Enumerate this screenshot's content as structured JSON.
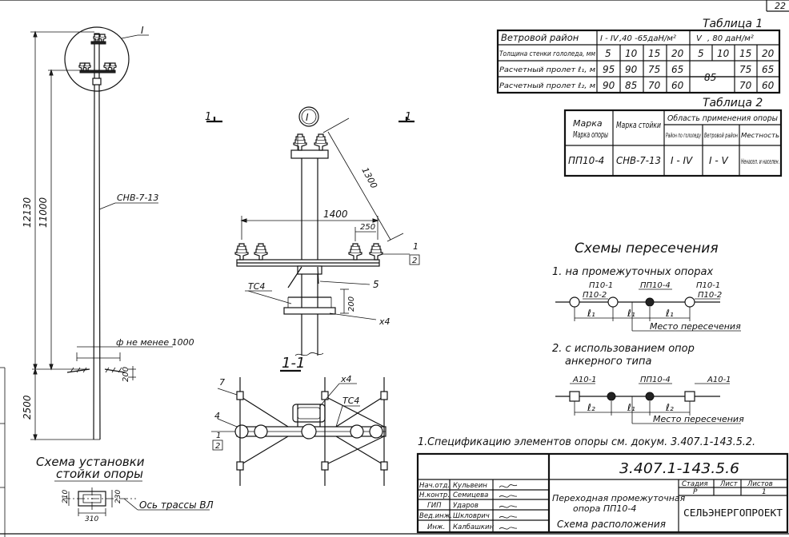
{
  "page": {
    "number": "22"
  },
  "table1": {
    "title": "Таблица 1",
    "header": [
      "Ветровой район",
      "I - IV",
      ",40 -65даН/м²",
      "V",
      ", 80 даН/м²"
    ],
    "rows": [
      {
        "label": "Толщина стенки гололеда, мм",
        "values": [
          "5",
          "10",
          "15",
          "20",
          "5",
          "10",
          "15",
          "20"
        ]
      },
      {
        "label": "Расчетный пролет ℓ₁, м",
        "values": [
          "95",
          "90",
          "75",
          "65",
          "85",
          "75",
          "65"
        ]
      },
      {
        "label": "Расчетный пролет ℓ₂, м",
        "values": [
          "90",
          "85",
          "70",
          "60",
          "70",
          "60"
        ]
      }
    ]
  },
  "table2": {
    "title": "Таблица 2",
    "headers": [
      "Марка опоры",
      "Марка стойки",
      "Область применения опоры",
      "Район по гололеду",
      "Ветровой район",
      "Местность"
    ],
    "row": [
      "ПП10-4",
      "СНВ-7-13",
      "I - IV",
      "I - V",
      "Ненасел. и населен."
    ]
  },
  "crossing": {
    "title": "Схемы пересечения",
    "item1": "1. на промежуточных опорах",
    "item2a": "2. с использованием опор",
    "item2b": "анкерного типа",
    "labels1": [
      "П10-1",
      "П10-2",
      "ПП10-4",
      "П10-1",
      "П10-2"
    ],
    "labels2": [
      "А10-1",
      "ПП10-4",
      "А10-1"
    ],
    "spans1": [
      "ℓ₁",
      "ℓ₁",
      "ℓ₁"
    ],
    "spans2": [
      "ℓ₂",
      "ℓ₁",
      "ℓ₂"
    ],
    "place": "Место пересечения"
  },
  "pole": {
    "marker": "I",
    "stand": "СНВ-7-13",
    "h_total": "12130",
    "h_above": "11000",
    "h_below": "2500",
    "note": "ф не менее 1000",
    "d200": "200"
  },
  "install": {
    "title1": "Схема установки",
    "title2": "стойки опоры",
    "axis": "Ось трассы ВЛ",
    "d210": "210",
    "d230": "230",
    "d310": "310"
  },
  "section": {
    "label_left": "1",
    "label_right": "1",
    "marker": "I",
    "d1300": "1300",
    "d1400": "1400",
    "d250": "250",
    "d200": "200",
    "tc4": "ТС4",
    "x4": "х4",
    "p1": "1",
    "p2": "2",
    "p5": "5"
  },
  "plan": {
    "title": "1-1",
    "x4": "х4",
    "tc4": "ТС4",
    "p7": "7",
    "p4": "4",
    "p1": "1",
    "p2": "2"
  },
  "note": "1.Спецификацию элементов опоры см. докум. 3.407.1-143.5.2.",
  "titleblock": {
    "code": "3.407.1-143.5.6",
    "roles": [
      "Нач.отд.",
      "Н.контр.",
      "ГИП",
      "Вед.инж.",
      "Инж."
    ],
    "names": [
      "Кульвеин",
      "Семицева",
      "Ударов",
      "Шкловрич",
      "Калбашкин"
    ],
    "desc1": "Переходная промежуточная",
    "desc2": "опора ПП10-4",
    "desc3": "Схема расположения",
    "stage_h": "Стадия",
    "sheet_h": "Лист",
    "sheets_h": "Листов",
    "stage": "Р",
    "sheets": "1",
    "org": "СЕЛЬЭНЕРГОПРОЕКТ"
  }
}
